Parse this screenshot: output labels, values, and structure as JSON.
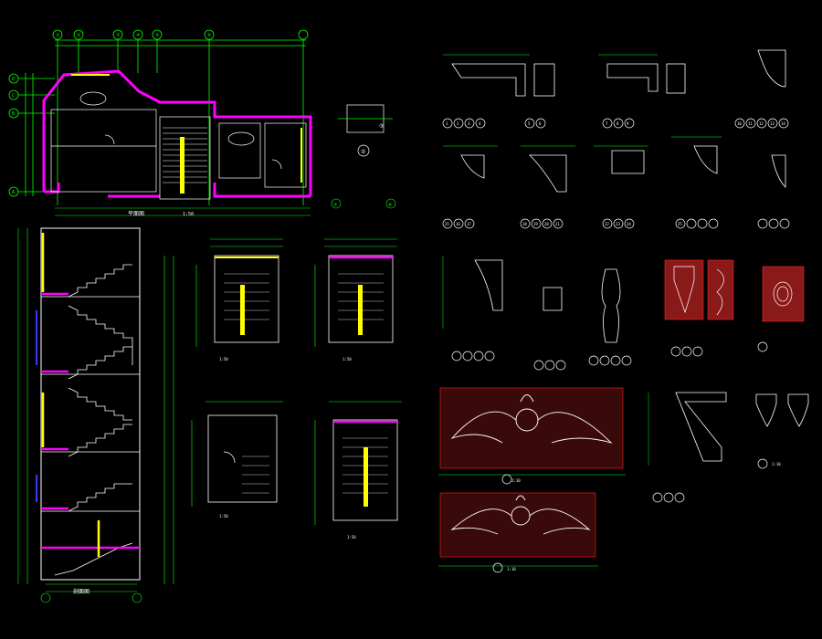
{
  "colors": {
    "background": "#000000",
    "wall": "#ff00ff",
    "line": "#ffffff",
    "dimension": "#00ff00",
    "grid_axis": "#00ff00",
    "accent": "#ffff00",
    "blue": "#3a3aff",
    "red": "#ff2020",
    "ornament_fill": "#8a1a1a"
  },
  "plan_axes": {
    "top": [
      "①",
      "②",
      "③",
      "④",
      "⑤",
      "⑥"
    ],
    "left": [
      "D",
      "C",
      "B",
      "A"
    ]
  },
  "plan_title": "平面图",
  "scale_texts": [
    "1:50",
    "1:50",
    "1:50",
    "1:50",
    "1:50",
    "1:10",
    "1:10",
    "1:10"
  ],
  "detail_numbers": [
    "1",
    "2",
    "3",
    "4",
    "5",
    "6",
    "7",
    "8",
    "9",
    "10",
    "11",
    "12",
    "13",
    "14",
    "15",
    "16",
    "17",
    "18",
    "19",
    "20",
    "21",
    "22",
    "23",
    "24",
    "25"
  ],
  "detail_callouts": [
    "②",
    "③"
  ],
  "section_title": "剖面图",
  "elevation_labels": [
    "⑤",
    "⑥"
  ]
}
